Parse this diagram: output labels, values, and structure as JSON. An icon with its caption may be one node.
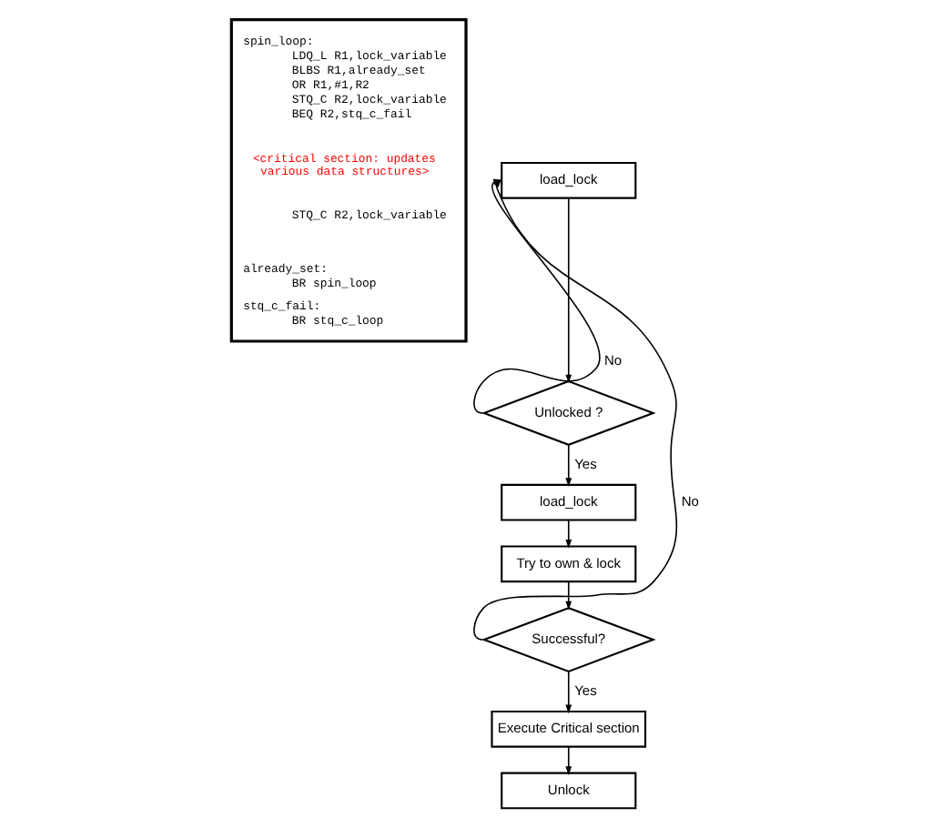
{
  "diagram": {
    "nodes": [
      {
        "text": [
          "spin_loop:",
          "LDQ_L R1,lock_variable",
          "BLBS R1,already_set",
          "OR R1,#1,R2",
          "STQ_C R2,lock_variable",
          "BEQ R2,stq_c_fail",
          "<critical section: updates various data structures>",
          "STQ_C R2,lock_variable",
          "already_set:",
          "BR spin_loop",
          "stq_c_fail:",
          "BR stq_c_loop"
        ]
      },
      {
        "text": [
          "load_lock"
        ]
      },
      {
        "text": [
          "Unlocked ?"
        ]
      },
      {
        "text": [
          "load_lock"
        ]
      },
      {
        "text": [
          "Try to own & lock"
        ]
      },
      {
        "text": [
          "Successful?"
        ]
      },
      {
        "text": [
          "Execute Critical section"
        ]
      },
      {
        "text": [
          "Unlock"
        ]
      }
    ],
    "edges": [
      {
        "from": 1,
        "to": 2,
        "arrow": "to"
      },
      {
        "from": 2,
        "to": 1,
        "arrow": "to",
        "label": "No"
      },
      {
        "from": 2,
        "to": 3,
        "arrow": "to",
        "label": "Yes"
      },
      {
        "from": 3,
        "to": 4,
        "arrow": "to"
      },
      {
        "from": 4,
        "to": 5,
        "arrow": "to"
      },
      {
        "from": 5,
        "to": 1,
        "arrow": "to",
        "label": "No"
      },
      {
        "from": 5,
        "to": 6,
        "arrow": "to",
        "label": "Yes"
      },
      {
        "from": 6,
        "to": 7,
        "arrow": "to"
      }
    ]
  }
}
